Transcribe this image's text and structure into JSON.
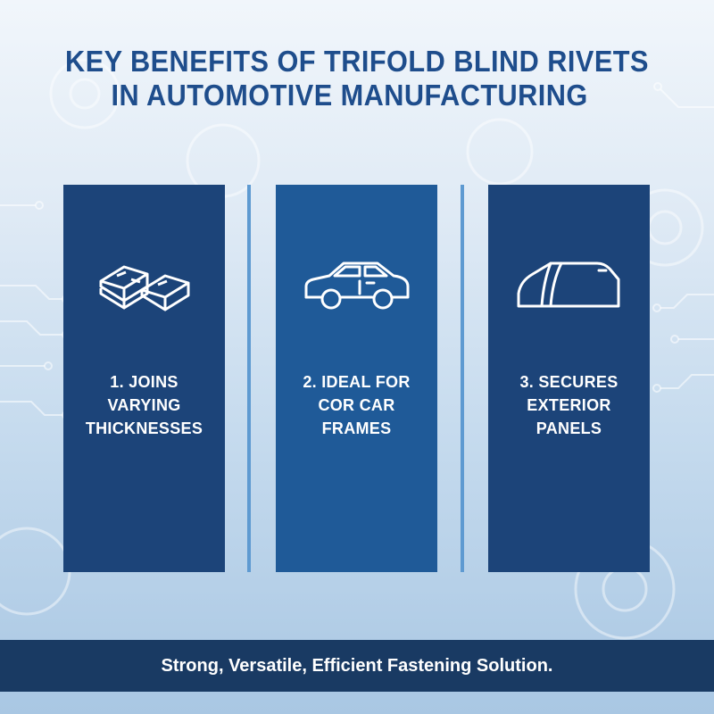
{
  "title": {
    "line1": "KEY BENEFITS OF TRIFOLD BLIND RIVETS",
    "line2": "IN AUTOMOTIVE MANUFACTURING"
  },
  "cards": [
    {
      "icon": "stacked-plates-icon",
      "lines": [
        "1. JOINS",
        "VARYING",
        "THICKNESSES"
      ]
    },
    {
      "icon": "car-icon",
      "lines": [
        "2. IDEAL FOR",
        "COR CAR",
        "FRAMES"
      ]
    },
    {
      "icon": "car-panel-icon",
      "lines": [
        "3. SECURES",
        "EXTERIOR",
        "PANELS"
      ]
    }
  ],
  "footer": {
    "text": "Strong, Versatile, Efficient Fastening Solution."
  },
  "colors": {
    "title": "#1e4d8c",
    "card_dark": "#1c4479",
    "card_mid": "#1f5a98",
    "divider": "#5e9ad1",
    "footer": "#193a63"
  }
}
